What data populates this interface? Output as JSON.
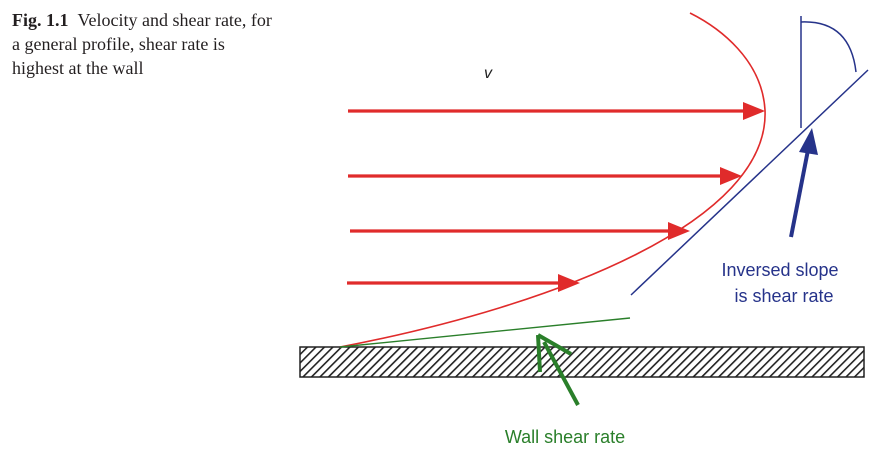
{
  "caption": {
    "label": "Fig. 1.1",
    "text": "Velocity and shear rate, for a general profile, shear rate is highest at the wall"
  },
  "diagram": {
    "velocity_symbol": "v",
    "slope_label_line1": "Inversed slope",
    "slope_label_line2": "is shear rate",
    "wall_label": "Wall shear rate"
  },
  "colors": {
    "velocity_arrows": "#e02b2b",
    "profile_curve": "#e02b2b",
    "tangent_and_slope": "#26338a",
    "wall_shear": "#2a7f2a",
    "wall_hatch": "#222222"
  }
}
